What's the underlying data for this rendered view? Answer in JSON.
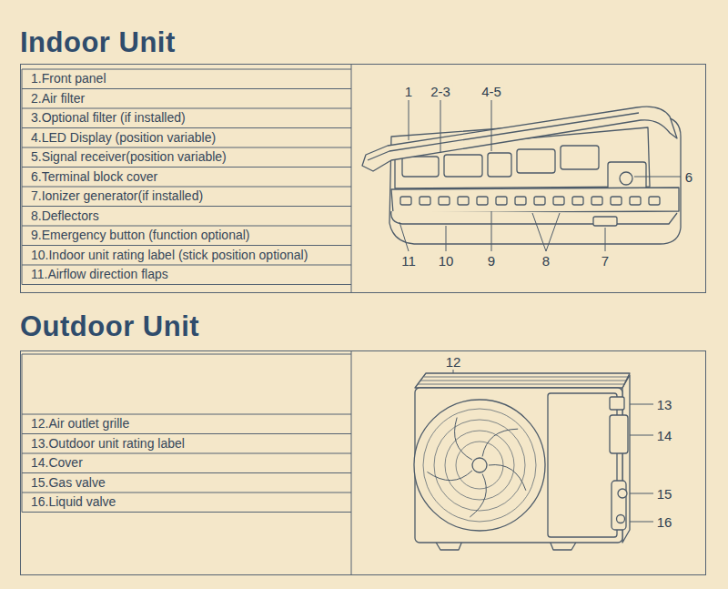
{
  "diagram": {
    "nodes": [
      {
        "text": [
          "Indoor Unit"
        ]
      },
      {
        "text": [
          "Outdoor Unit"
        ]
      }
    ],
    "labels": [
      "1.Front panel",
      "2.Air filter",
      "3.Optional filter (if installed)",
      "4.LED Display (position variable)",
      "5.Signal receiver(position variable)",
      "6.Terminal block cover",
      "7.Ionizer generator(if installed)",
      "8.Deflectors",
      "9.Emergency button (function optional)",
      "10.Indoor unit rating label (stick position optional)",
      "11.Airflow direction flaps",
      "1",
      "2-3",
      "4-5",
      "6",
      "11",
      "10",
      "9",
      "8",
      "7",
      "12.Air outlet grille",
      "13.Outdoor unit rating label",
      "14.Cover",
      "15.Gas valve",
      "16.Liquid valve",
      "12",
      "13",
      "14",
      "15",
      "16"
    ]
  }
}
